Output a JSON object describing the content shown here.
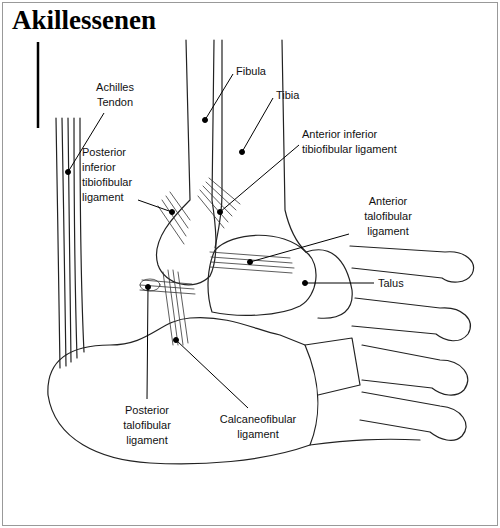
{
  "diagram": {
    "title": "Akillessenen",
    "labels": [
      "Fibula",
      "Tibia",
      "Achilles Tendon",
      "Anterior inferior tibiofibular ligament",
      "Posterior inferior tibiofibular ligament",
      "Anterior talofibular ligament",
      "Talus",
      "Posterior talofibular ligament",
      "Calcaneofibular ligament"
    ]
  }
}
